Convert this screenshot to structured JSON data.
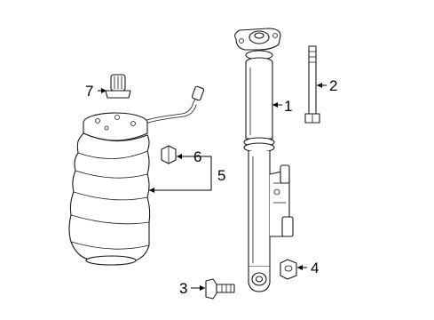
{
  "callouts": [
    {
      "id": "shock-absorber",
      "label": "1"
    },
    {
      "id": "upper-bolt",
      "label": "2"
    },
    {
      "id": "lower-bolt",
      "label": "3"
    },
    {
      "id": "nut",
      "label": "4"
    },
    {
      "id": "air-spring",
      "label": "5"
    },
    {
      "id": "spring-nut",
      "label": "6"
    },
    {
      "id": "valve-cap",
      "label": "7"
    }
  ],
  "colors": {
    "line": "#1a1a1a",
    "background": "#ffffff"
  }
}
